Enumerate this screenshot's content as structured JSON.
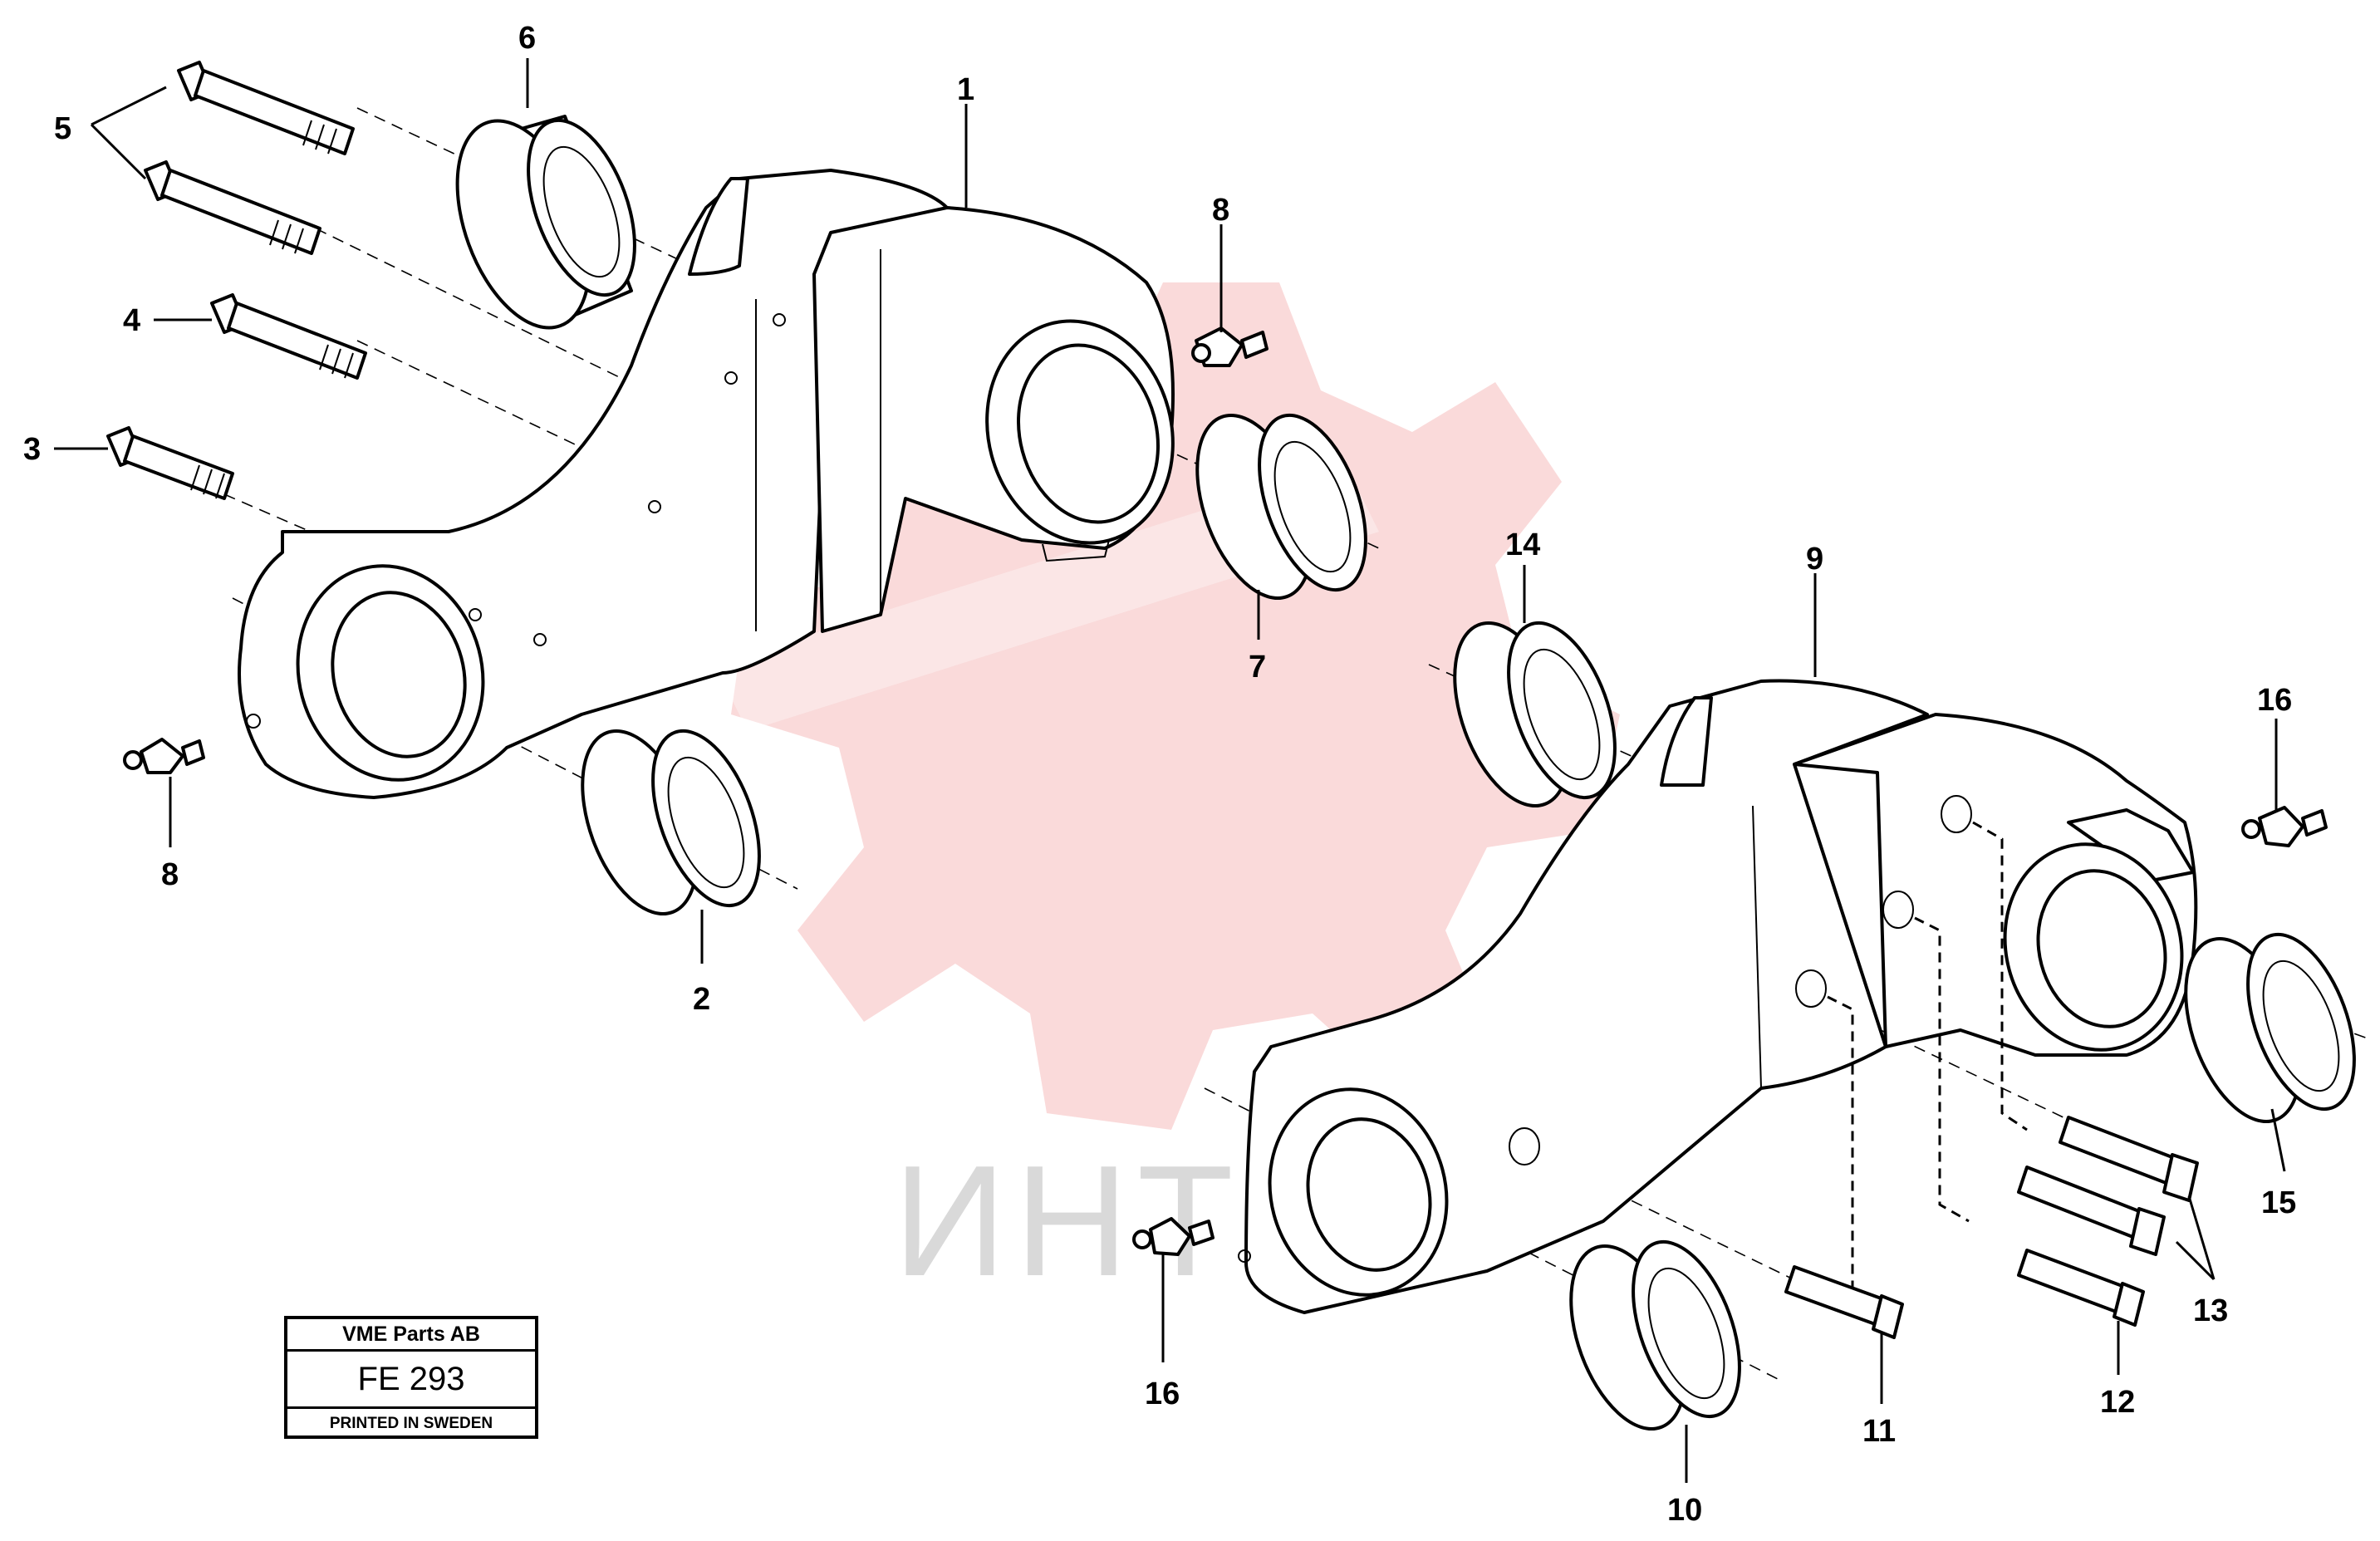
{
  "watermark": {
    "text": "ИНТЕХ",
    "gear_color": "#f6bcbc",
    "text_color": "#d9d9d9"
  },
  "callouts": {
    "c1": "1",
    "c2": "2",
    "c3": "3",
    "c4": "4",
    "c5": "5",
    "c6": "6",
    "c7": "7",
    "c8a": "8",
    "c8b": "8",
    "c9": "9",
    "c10": "10",
    "c11": "11",
    "c12": "12",
    "c13": "13",
    "c14": "14",
    "c15": "15",
    "c16a": "16",
    "c16b": "16"
  },
  "title_block": {
    "company": "VME Parts AB",
    "code": "FE 293",
    "footer": "PRINTED IN SWEDEN"
  }
}
